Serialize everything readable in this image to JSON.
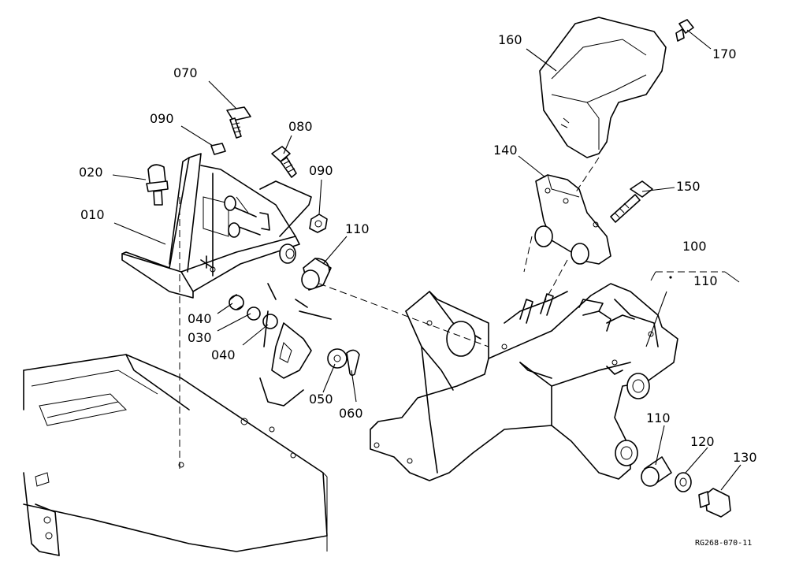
{
  "diagram": {
    "reference": "RG268-070-11",
    "callouts": [
      {
        "id": "c160",
        "text": "160"
      },
      {
        "id": "c170",
        "text": "170"
      },
      {
        "id": "c070",
        "text": "070"
      },
      {
        "id": "c090a",
        "text": "090"
      },
      {
        "id": "c080",
        "text": "080"
      },
      {
        "id": "c020",
        "text": "020"
      },
      {
        "id": "c090b",
        "text": "090"
      },
      {
        "id": "c140",
        "text": "140"
      },
      {
        "id": "c150",
        "text": "150"
      },
      {
        "id": "c010",
        "text": "010"
      },
      {
        "id": "c110a",
        "text": "110"
      },
      {
        "id": "c100",
        "text": "100"
      },
      {
        "id": "c110b",
        "text": "110"
      },
      {
        "id": "c040a",
        "text": "040"
      },
      {
        "id": "c030",
        "text": "030"
      },
      {
        "id": "c040b",
        "text": "040"
      },
      {
        "id": "c050",
        "text": "050"
      },
      {
        "id": "c060",
        "text": "060"
      },
      {
        "id": "c110c",
        "text": "110"
      },
      {
        "id": "c120",
        "text": "120"
      },
      {
        "id": "c130",
        "text": "130"
      }
    ]
  }
}
